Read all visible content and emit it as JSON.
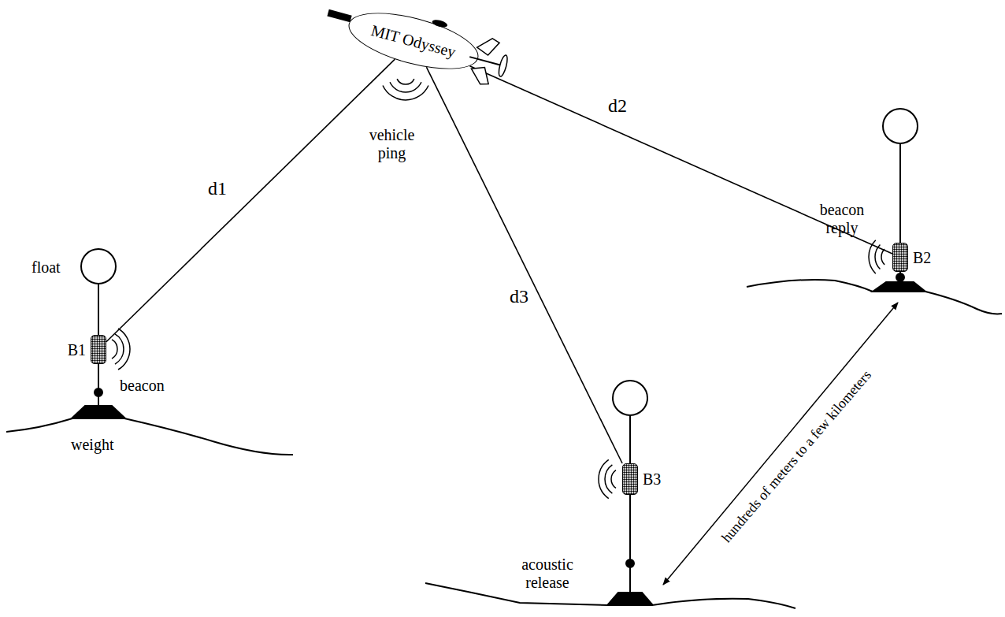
{
  "diagram": {
    "nodes": [
      {
        "text": [
          "MIT Odyssey"
        ]
      },
      {
        "text": [
          "B1"
        ]
      },
      {
        "text": [
          "B2"
        ]
      },
      {
        "text": [
          "B3"
        ]
      }
    ],
    "edges": [
      {
        "from": 0,
        "to": 1,
        "arrow": "none",
        "label": "d1"
      },
      {
        "from": 0,
        "to": 2,
        "arrow": "none",
        "label": "d2"
      },
      {
        "from": 0,
        "to": 3,
        "arrow": "none",
        "label": "d3"
      }
    ],
    "labels": [
      "vehicle ping",
      "float",
      "beacon",
      "weight",
      "beacon reply",
      "acoustic release",
      "hundreds of meters to a few kilometers"
    ]
  }
}
